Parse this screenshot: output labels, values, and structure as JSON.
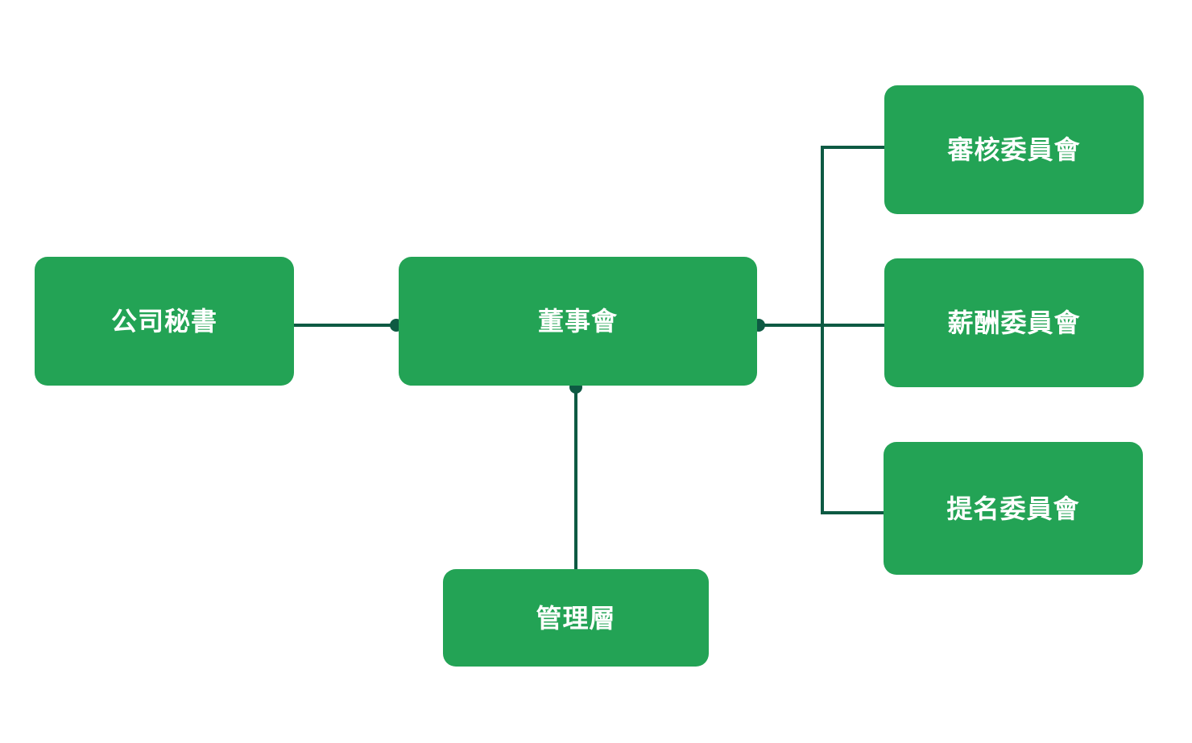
{
  "colors": {
    "node_fill": "#23a355",
    "node_text": "#ffffff",
    "connector": "#0e5a43",
    "background": "#ffffff"
  },
  "nodes": {
    "secretary": "公司秘書",
    "board": "董事會",
    "management": "管理層",
    "audit_committee": "審核委員會",
    "compensation_committee": "薪酬委員會",
    "nomination_committee": "提名委員會"
  }
}
